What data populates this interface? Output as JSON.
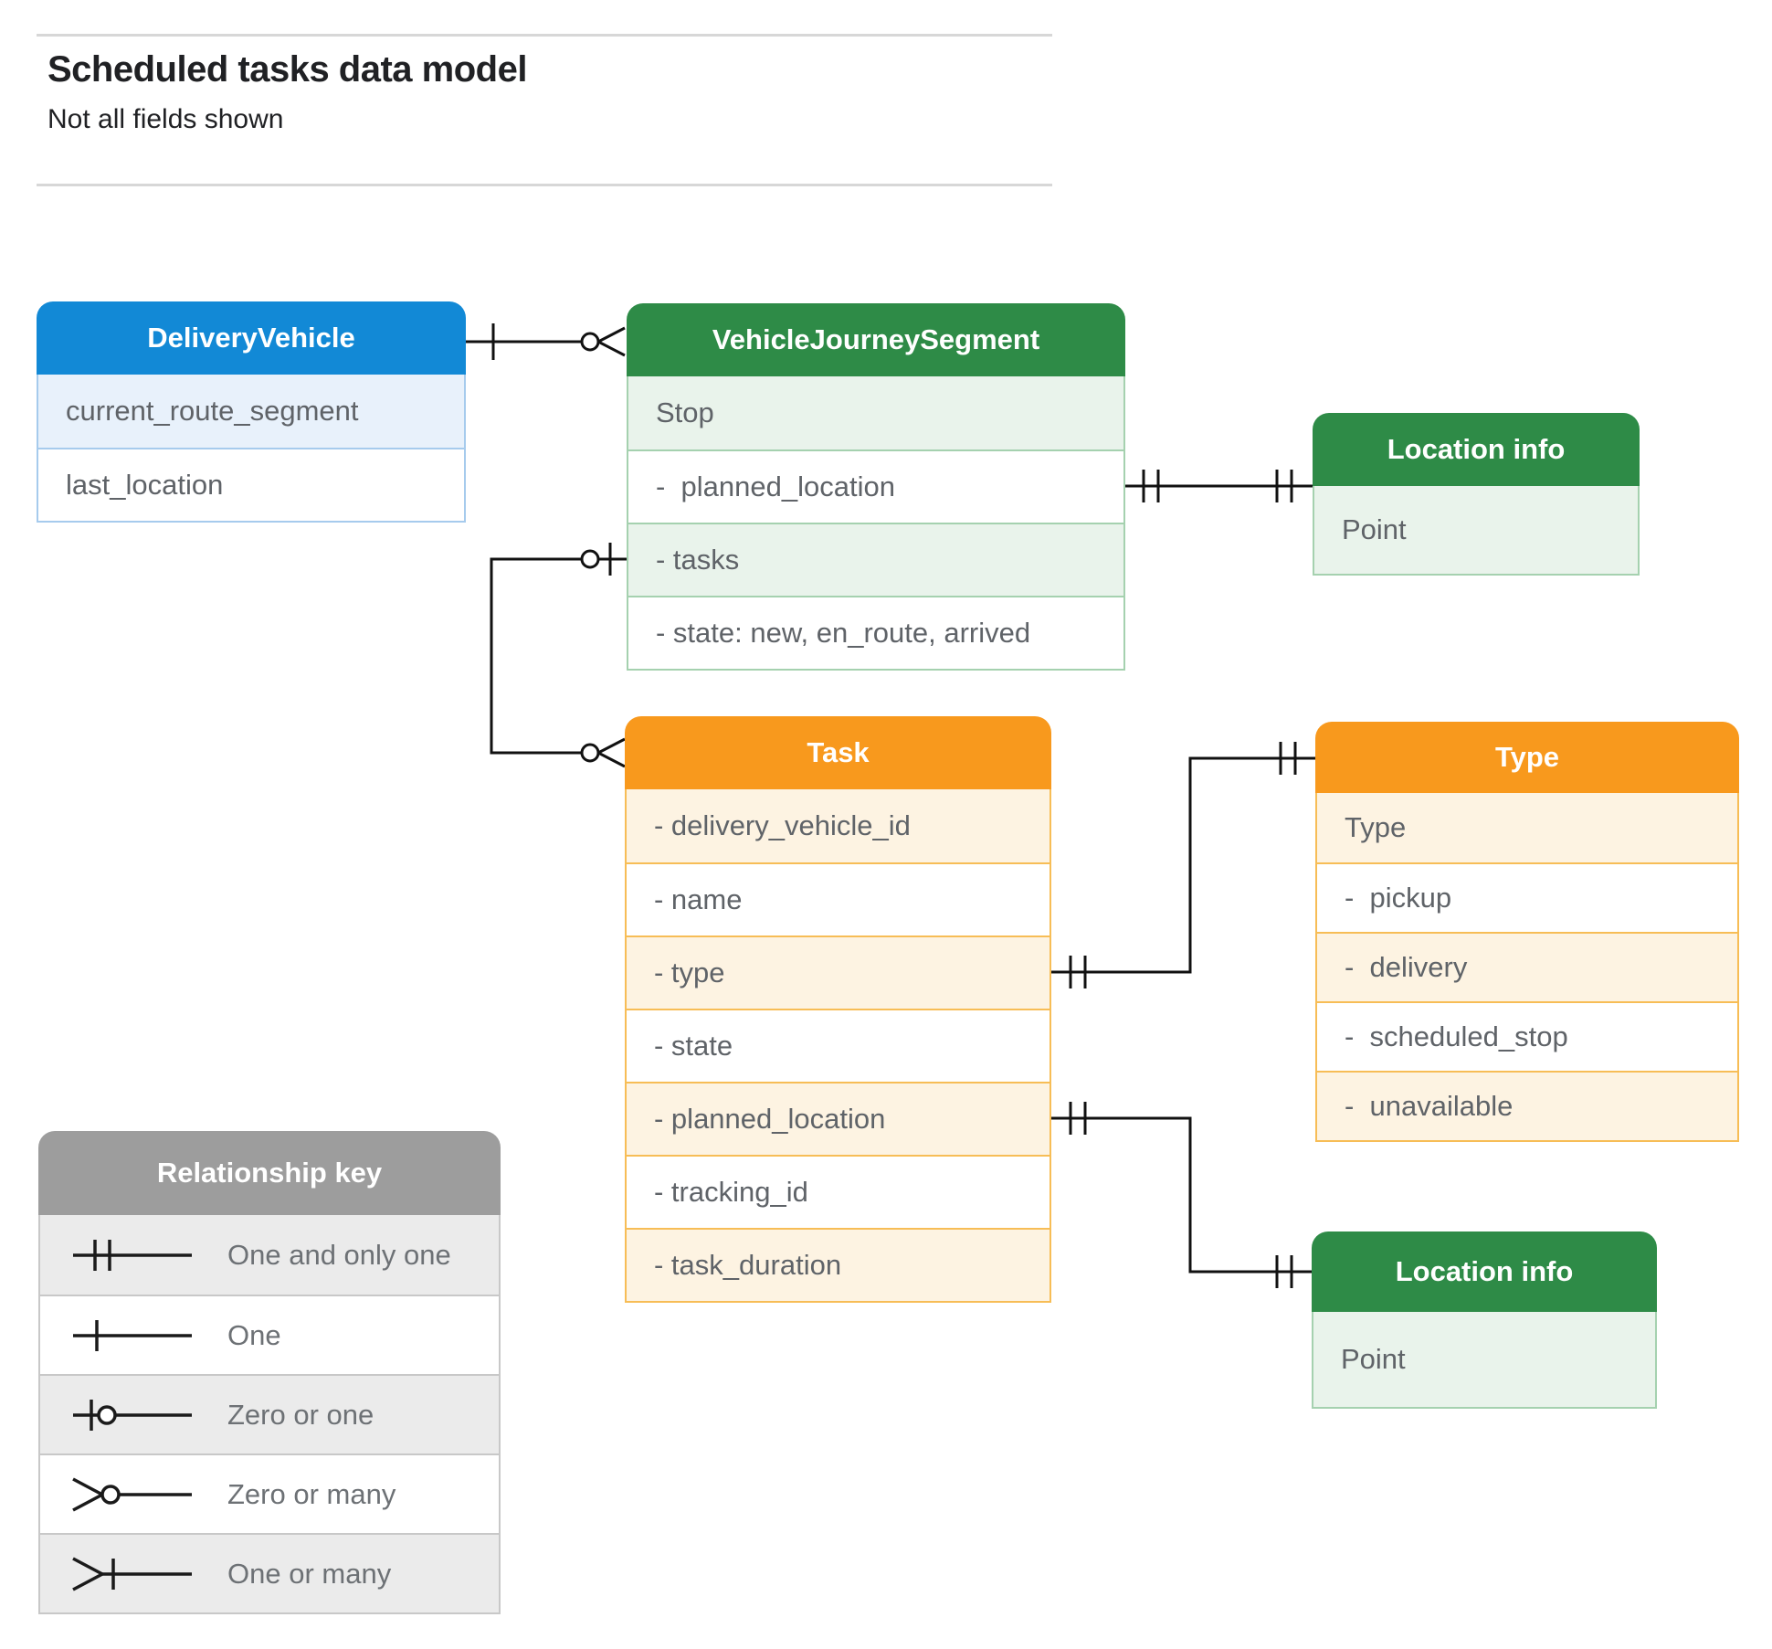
{
  "page": {
    "title": "Scheduled tasks data model",
    "subtitle": "Not all fields shown"
  },
  "entities": {
    "delivery_vehicle": {
      "title": "DeliveryVehicle",
      "accent": "#1289d6",
      "rows": [
        "current_route_segment",
        "last_location"
      ]
    },
    "vehicle_journey_segment": {
      "title": "VehicleJourneySegment",
      "accent": "#2e8b47",
      "rows": [
        "Stop",
        "-  planned_location",
        "- tasks",
        "- state: new, en_route, arrived"
      ]
    },
    "location_info_top": {
      "title": "Location info",
      "accent": "#2e8b47",
      "rows": [
        "Point"
      ]
    },
    "task": {
      "title": "Task",
      "accent": "#f8991d",
      "rows": [
        "- delivery_vehicle_id",
        "- name",
        "- type",
        "- state",
        "- planned_location",
        "- tracking_id",
        "- task_duration"
      ]
    },
    "type": {
      "title": "Type",
      "accent": "#f8991d",
      "rows": [
        "Type",
        "-  pickup",
        "-  delivery",
        "-  scheduled_stop",
        "-  unavailable"
      ]
    },
    "location_info_bottom": {
      "title": "Location info",
      "accent": "#2e8b47",
      "rows": [
        "Point"
      ]
    }
  },
  "legend": {
    "title": "Relationship key",
    "items": [
      {
        "symbol": "one-and-only-one",
        "label": "One and only one"
      },
      {
        "symbol": "one",
        "label": "One"
      },
      {
        "symbol": "zero-or-one",
        "label": "Zero or one"
      },
      {
        "symbol": "zero-or-many",
        "label": "Zero or many"
      },
      {
        "symbol": "one-or-many",
        "label": "One or many"
      }
    ]
  },
  "colors": {
    "blue": "#1289d6",
    "green": "#2e8b47",
    "orange": "#f8991d",
    "gray": "#9d9d9d",
    "row_text": "#5f6368",
    "connector": "#111111"
  }
}
